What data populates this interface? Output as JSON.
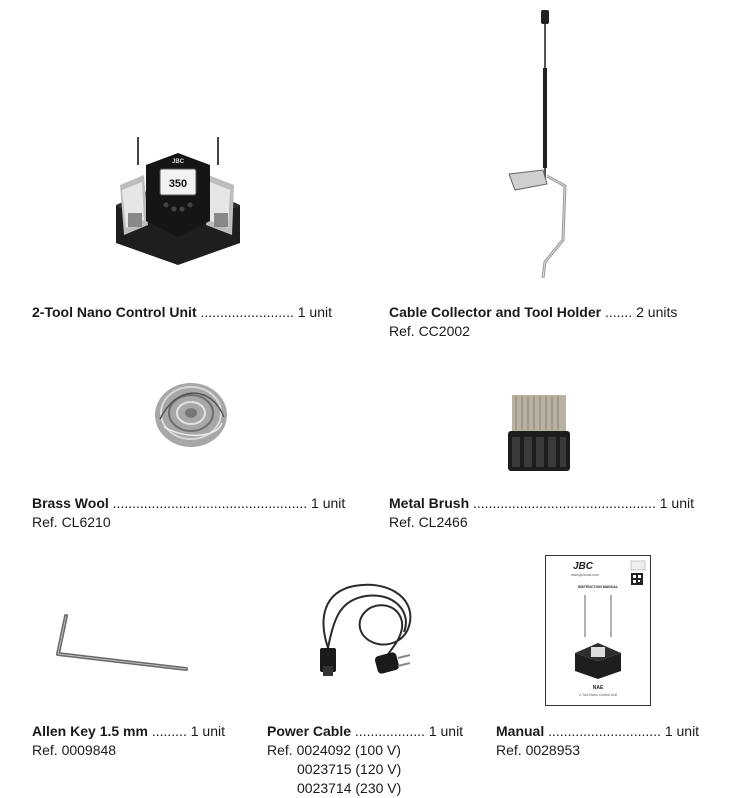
{
  "items": [
    {
      "name": "2-Tool Nano Control Unit",
      "dots": "........................",
      "qty": "1 unit"
    },
    {
      "name": "Cable Collector and Tool Holder",
      "dots": ".......",
      "qty": "2 units",
      "ref": "Ref. CC2002"
    },
    {
      "name": "Brass Wool",
      "dots": "..................................................",
      "qty": "1 unit",
      "ref": "Ref. CL6210"
    },
    {
      "name": "Metal Brush",
      "dots": "...............................................",
      "qty": "1 unit",
      "ref": "Ref. CL2466"
    },
    {
      "name": "Allen Key 1.5 mm",
      "dots": ".........",
      "qty": "1 unit",
      "ref": "Ref. 0009848"
    },
    {
      "name": "Power Cable",
      "dots": "..................",
      "qty": "1 unit",
      "ref": "Ref. 0024092 (100 V)",
      "ref2": "0023715 (120 V)",
      "ref3": "0023714 (230 V)"
    },
    {
      "name": "Manual",
      "dots": ".............................",
      "qty": "1 unit",
      "ref": "Ref. 0028953"
    }
  ],
  "unit_image": {
    "display": "350",
    "brand": "JBC"
  },
  "manual_image": {
    "brand": "JBC",
    "url": "www.jbctools.com",
    "heading": "INSTRUCTION MANUAL",
    "model": "NAE",
    "subtitle": "2-Tool Nano Control Unit"
  }
}
